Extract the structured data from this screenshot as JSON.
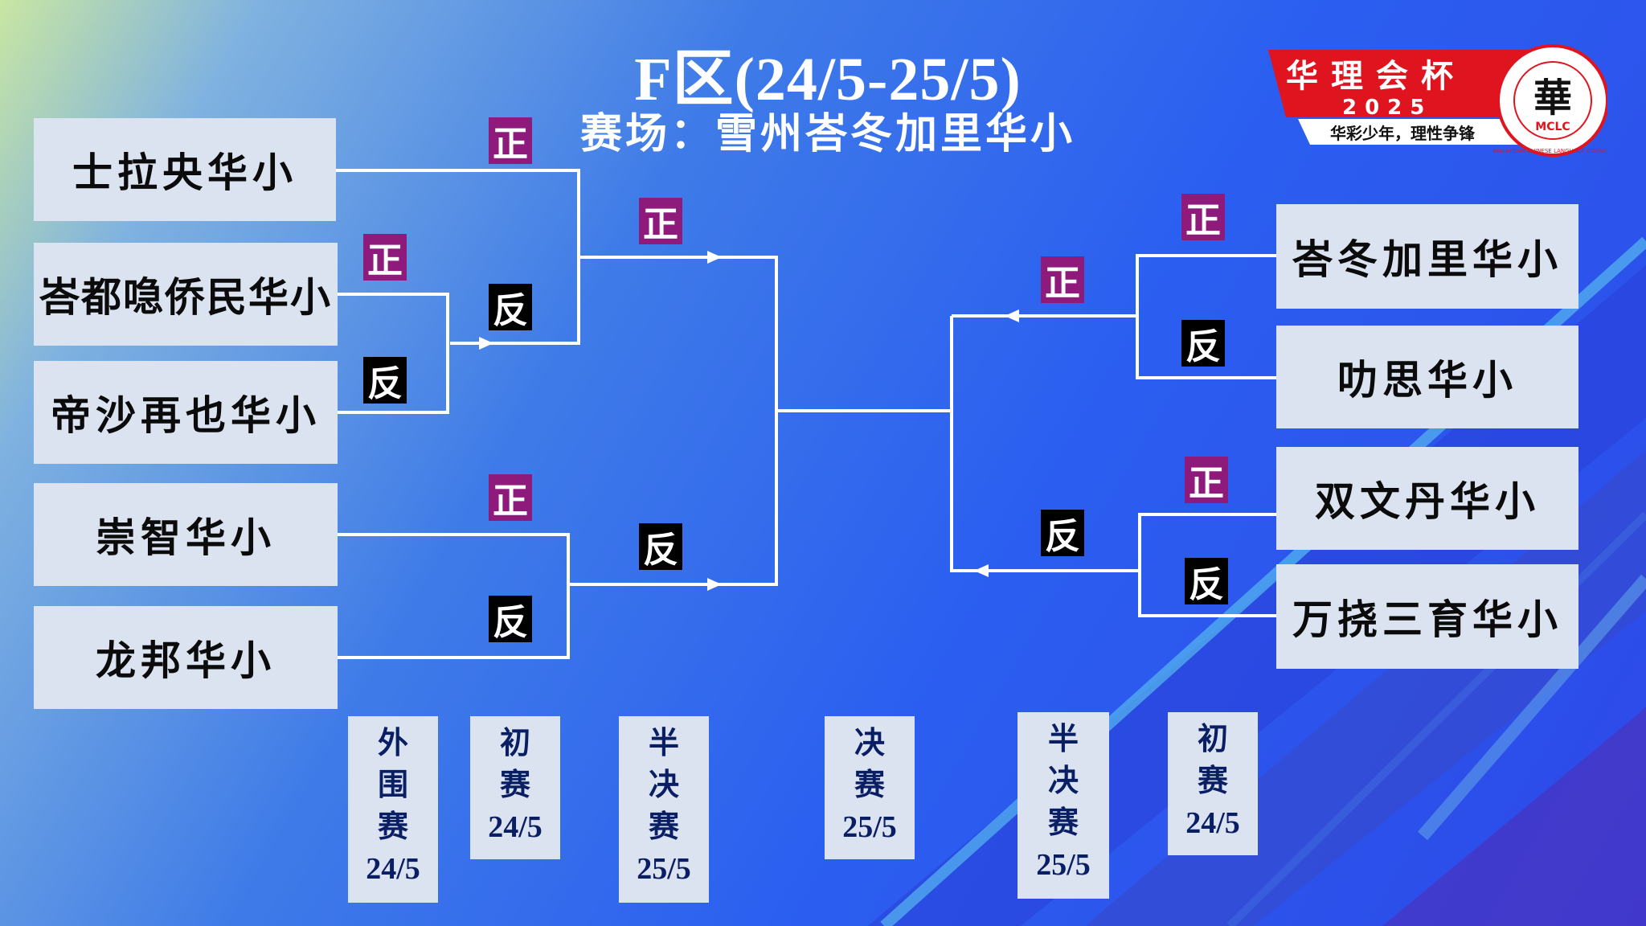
{
  "title": "F区(24/5-25/5)",
  "subtitle": "赛场：雪州峇冬加里华小",
  "logo": {
    "name": "华理会杯",
    "year": "2025",
    "slogan": "华彩少年，理性争锋",
    "seal_char": "華",
    "seal_abbr": "MCLC",
    "seal_ring_text": "MALAYSIAN CHINESE LANGUAGE COUNCIL"
  },
  "teams_left": [
    "士拉央华小",
    "峇都喼侨民华小",
    "帝沙再也华小",
    "崇智华小",
    "龙邦华小"
  ],
  "teams_right": [
    "峇冬加里华小",
    "叻思华小",
    "双文丹华小",
    "万挠三育华小"
  ],
  "sides": {
    "zheng": "正",
    "fan": "反"
  },
  "rounds": [
    {
      "lines": [
        "外",
        "围",
        "赛",
        "24/5"
      ]
    },
    {
      "lines": [
        "初",
        "赛",
        "24/5"
      ]
    },
    {
      "lines": [
        "半",
        "决",
        "赛",
        "25/5"
      ]
    },
    {
      "lines": [
        "决",
        "赛",
        "25/5"
      ]
    },
    {
      "lines": [
        "半",
        "决",
        "赛",
        "25/5"
      ]
    },
    {
      "lines": [
        "初",
        "赛",
        "24/5"
      ]
    }
  ],
  "colors": {
    "zheng_badge": "#8e1b7c",
    "fan_badge": "#000000",
    "team_box": "#dbe3f1",
    "logo_red": "#e0141e"
  }
}
